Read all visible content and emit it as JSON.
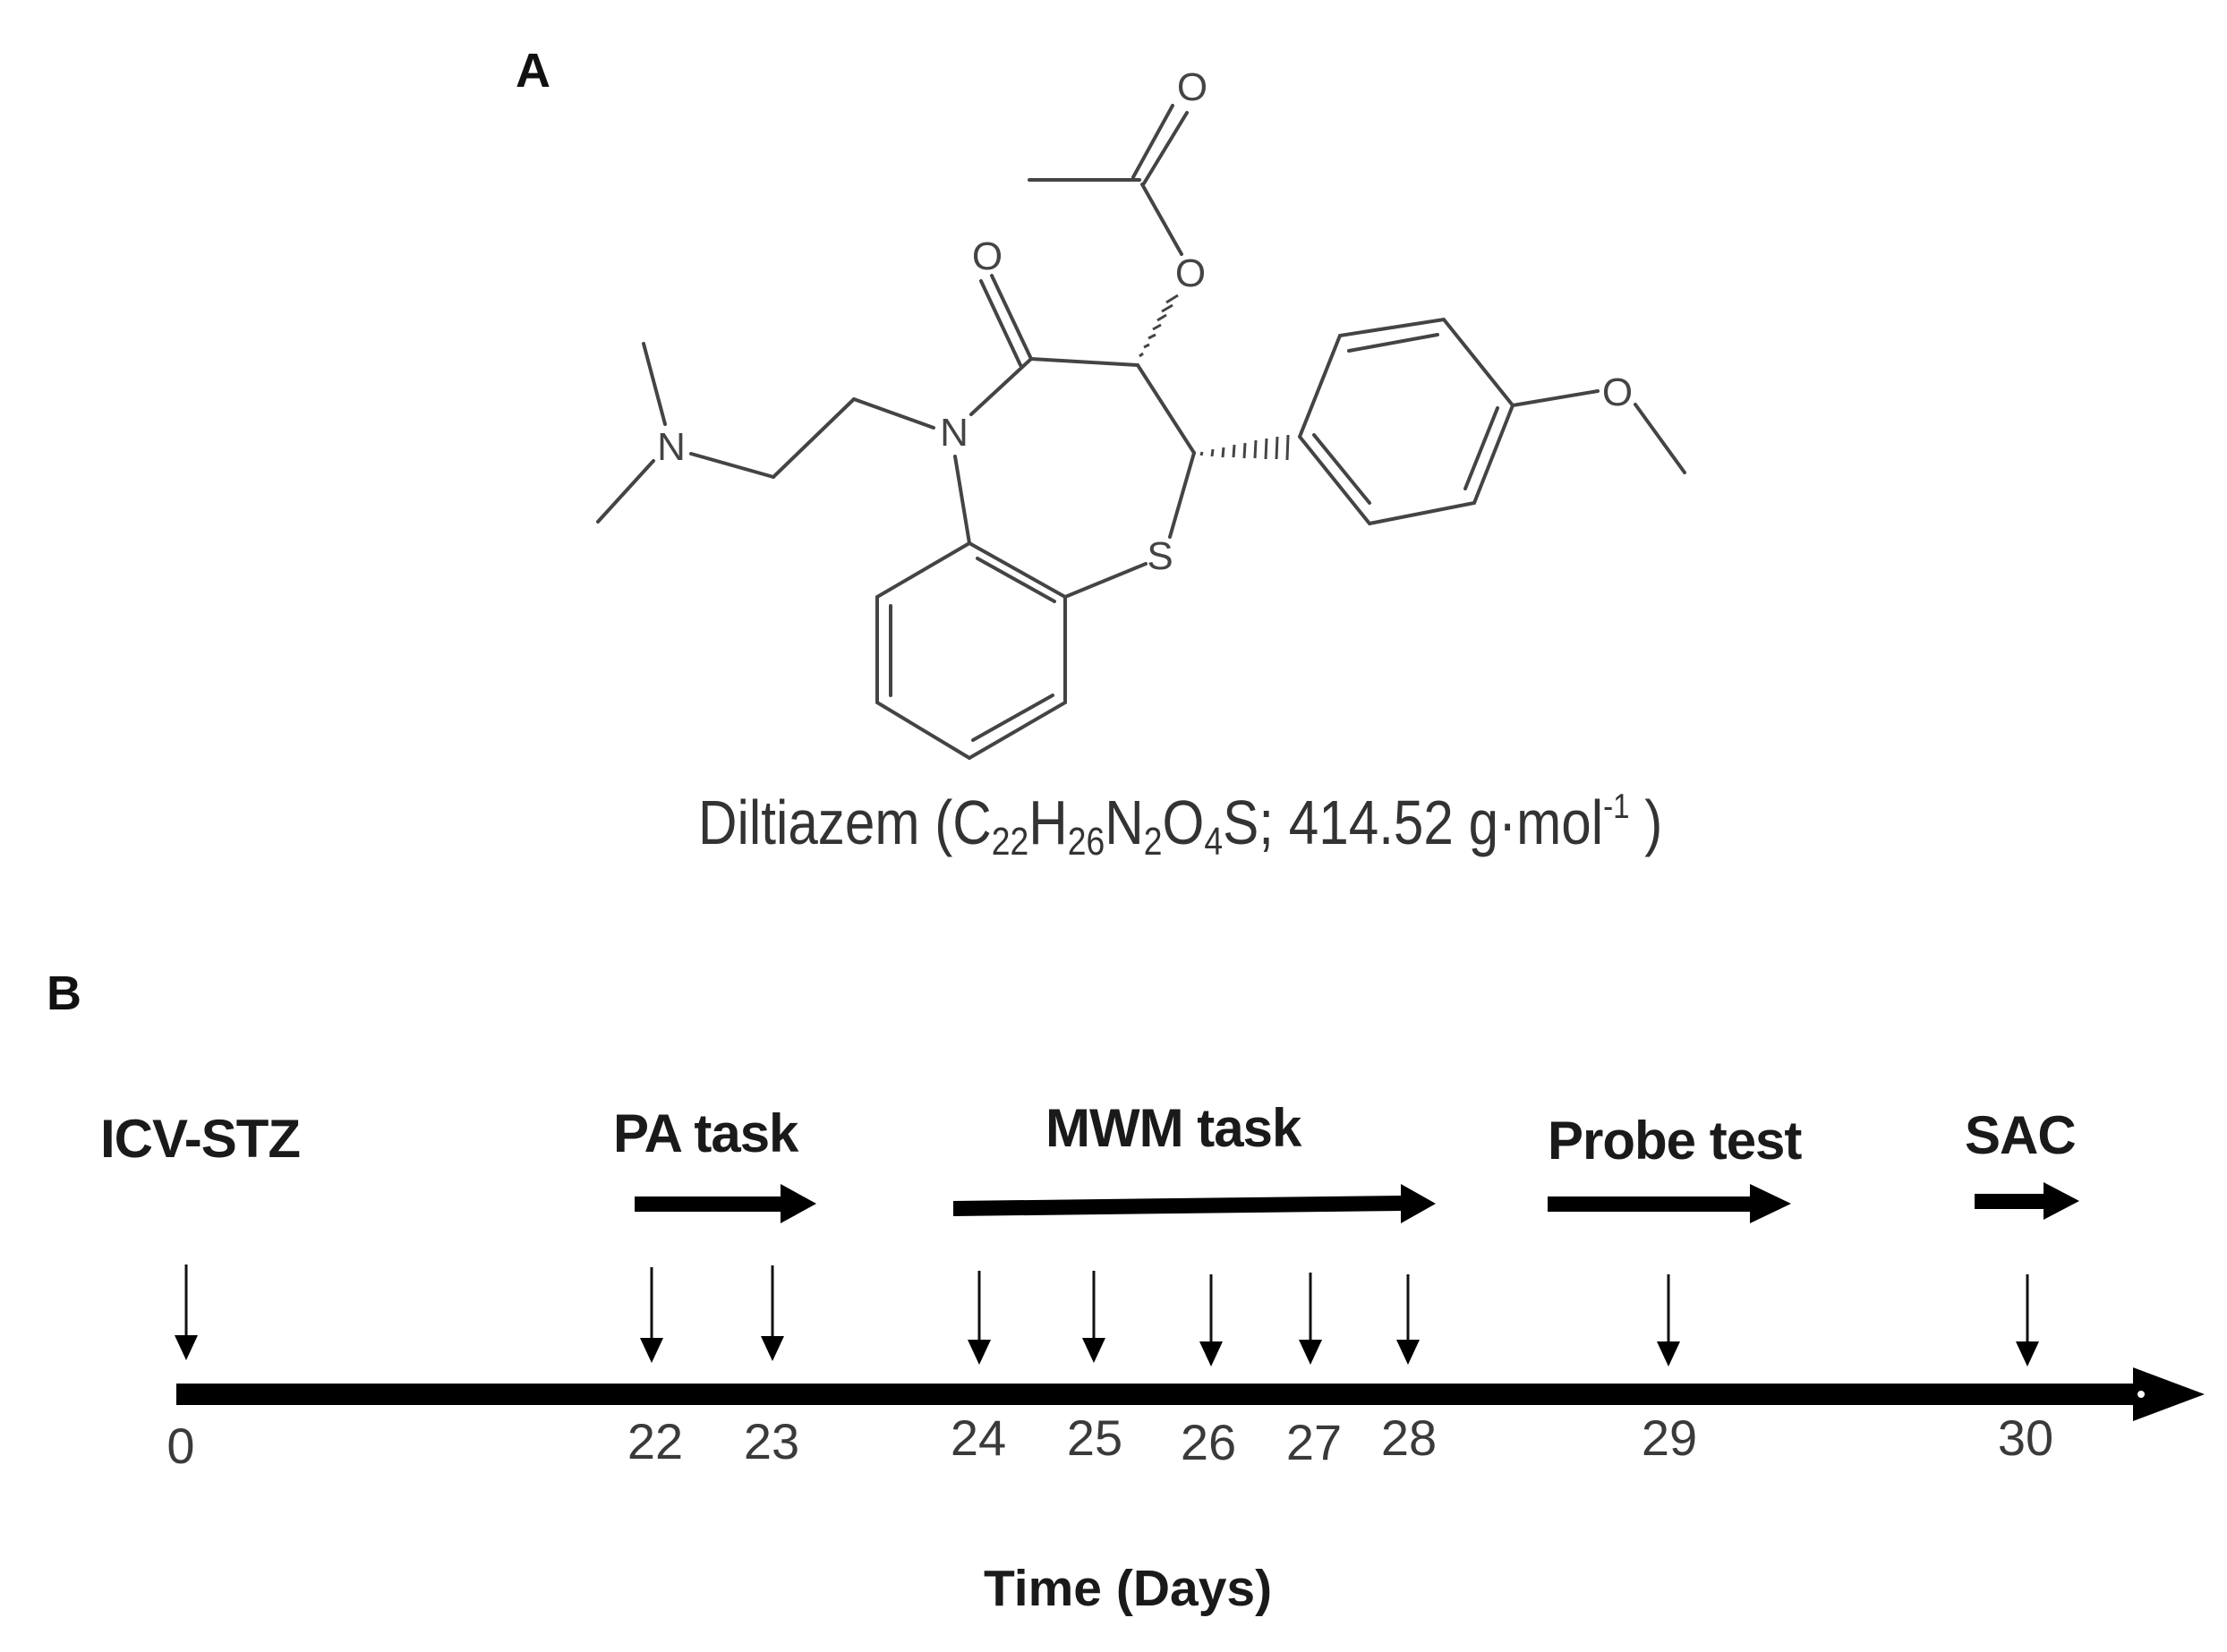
{
  "panel_a": {
    "label": "A",
    "molecule": {
      "name": "Diltiazem",
      "formula_parts": [
        {
          "text": "C",
          "type": "normal"
        },
        {
          "text": "22",
          "type": "sub"
        },
        {
          "text": "H",
          "type": "normal"
        },
        {
          "text": "26",
          "type": "sub"
        },
        {
          "text": "N",
          "type": "normal"
        },
        {
          "text": "2",
          "type": "sub"
        },
        {
          "text": "O",
          "type": "normal"
        },
        {
          "text": "4",
          "type": "sub"
        },
        {
          "text": "S",
          "type": "normal"
        }
      ],
      "molar_mass": "414.52 g·mol",
      "molar_mass_exp": "-1",
      "caption_prefix": "Diltiazem (",
      "caption_sep": "; ",
      "caption_suffix": " )",
      "atom_labels": {
        "n_dimethyl": "N",
        "n_ring": "N",
        "o_lactam": "O",
        "o_ester": "O",
        "o_acetyl": "O",
        "s_ring": "S",
        "o_methoxy": "O"
      }
    }
  },
  "panel_b": {
    "label": "B",
    "axis_title": "Time (Days)",
    "events": [
      {
        "label": "ICV-STZ",
        "has_span_arrow": false
      },
      {
        "label": "PA task",
        "has_span_arrow": true
      },
      {
        "label": "MWM task",
        "has_span_arrow": true
      },
      {
        "label": "Probe test",
        "has_span_arrow": true
      },
      {
        "label": "SAC",
        "has_span_arrow": true
      }
    ],
    "days": [
      "0",
      "22",
      "23",
      "24",
      "25",
      "26",
      "27",
      "28",
      "29",
      "30"
    ]
  },
  "chart_data": {
    "type": "timeline",
    "title": "",
    "xlabel": "Time (Days)",
    "ticks": [
      0,
      22,
      23,
      24,
      25,
      26,
      27,
      28,
      29,
      30
    ],
    "events": [
      {
        "name": "ICV-STZ",
        "days": [
          0
        ]
      },
      {
        "name": "PA task",
        "days": [
          22,
          23
        ]
      },
      {
        "name": "MWM task",
        "days": [
          24,
          25,
          26,
          27,
          28
        ]
      },
      {
        "name": "Probe test",
        "days": [
          29
        ]
      },
      {
        "name": "SAC",
        "days": [
          30
        ]
      }
    ]
  }
}
